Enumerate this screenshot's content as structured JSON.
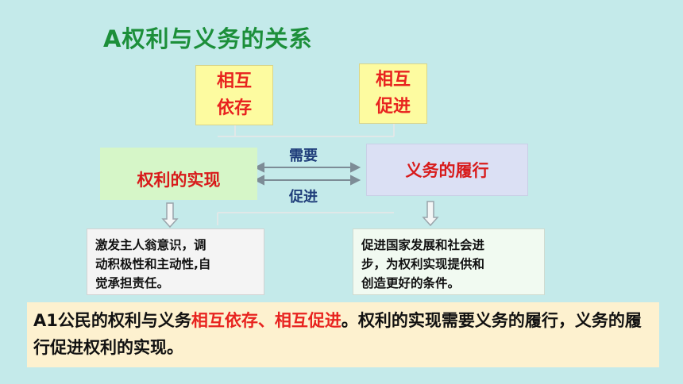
{
  "title": "A权利与义务的关系",
  "mutual_boxes": {
    "left": {
      "line1": "相互",
      "line2": "依存"
    },
    "right": {
      "line1": "相互",
      "line2": "促进"
    }
  },
  "rights_box": "权利的实现",
  "duties_box": "义务的履行",
  "arrow_labels": {
    "top": "需要",
    "bottom": "促进"
  },
  "desc_left": [
    "激发主人翁意识，调",
    "动积极性和主动性,自",
    "觉承担责任。"
  ],
  "desc_right": [
    "促进国家发展和社会进",
    "步，为权利实现提供和",
    "创造更好的条件。"
  ],
  "conclusion": {
    "prefix": "A1公民的权利与义务",
    "highlight": "相互依存、相互促进",
    "suffix": "。权利的实现需要义务的履行，义务的履行促进权利的实现。"
  },
  "colors": {
    "background": "#c4eaea",
    "title": "#1c8f3a",
    "accent_red": "#e8231f",
    "label_blue": "#1f3d7a"
  }
}
